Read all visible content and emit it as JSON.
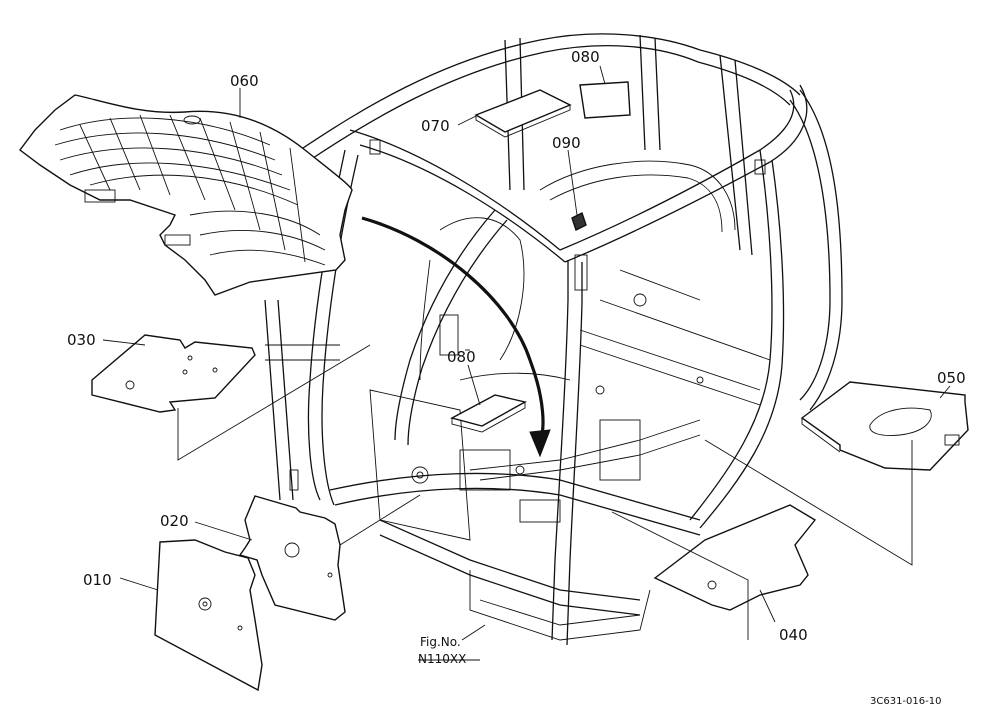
{
  "diagram": {
    "drawing_number": "3C631-016-10",
    "figure_reference": {
      "line1": "Fig.No.",
      "line2": "N110XX"
    },
    "callouts": {
      "p010": "010",
      "p020": "020",
      "p030": "030",
      "p040": "040",
      "p050": "050",
      "p060": "060",
      "p070": "070",
      "p080a": "080",
      "p080b": "080",
      "p090": "090"
    }
  },
  "colors": {
    "line": "#111111",
    "background": "#ffffff"
  }
}
